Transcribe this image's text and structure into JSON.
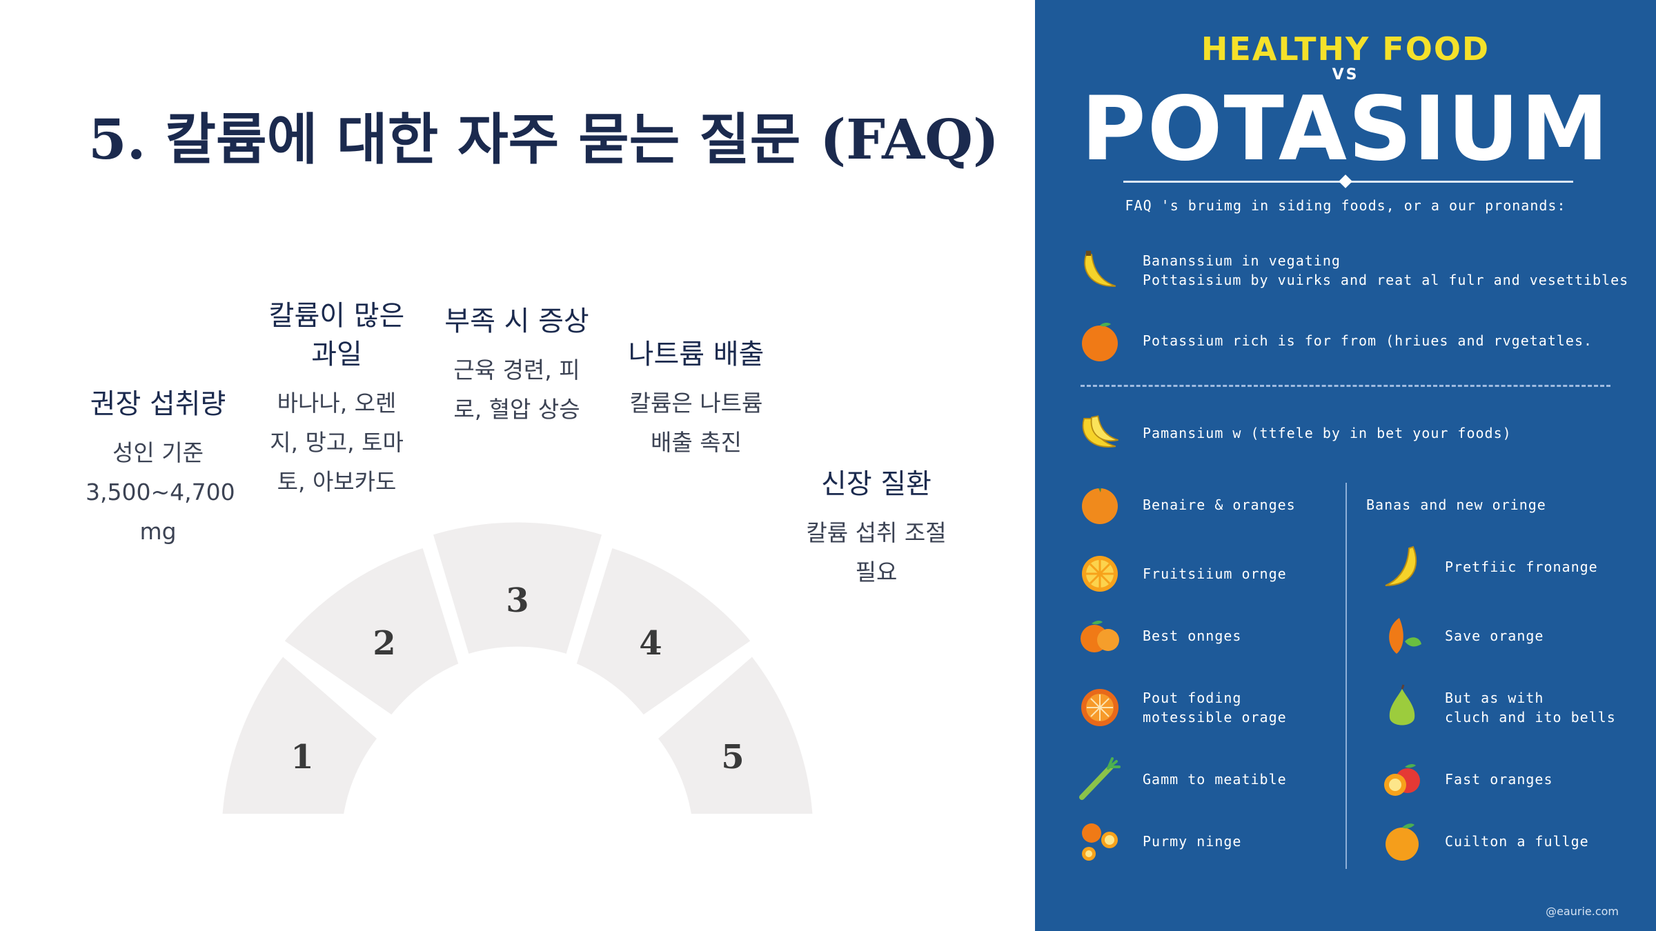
{
  "slide": {
    "title": "5. 칼륨에 대한 자주 묻는 질문 (FAQ)",
    "items": [
      {
        "heading": "권장 섭취량",
        "desc": "성인 기준 3,500~4,700 mg"
      },
      {
        "heading": "칼륨이 많은 과일",
        "desc": "바나나, 오렌지, 망고, 토마토, 아보카도"
      },
      {
        "heading": "부족 시 증상",
        "desc": "근육 경련, 피로, 혈압 상승"
      },
      {
        "heading": "나트륨 배출",
        "desc": "칼륨은 나트륨 배출 촉진"
      },
      {
        "heading": "신장 질환",
        "desc": "칼륨 섭취 조절 필요"
      }
    ],
    "segments": [
      "1",
      "2",
      "3",
      "4",
      "5"
    ]
  },
  "poster": {
    "kicker": "HEALTHY FOOD",
    "vs": "VS",
    "big": "POTASIUM",
    "intro": "FAQ 's bruimg in siding foods, or a our pronands:",
    "top_rows": [
      {
        "icon": "banana-icon",
        "text": "Bananssium in vegating\nPottasisium by vuirks and reat al fulr and vesettibles"
      },
      {
        "icon": "orange-icon",
        "text": "Potassium rich is for from (hriues and rvgetatles."
      }
    ],
    "middle_row": {
      "icon": "banana-bunch-icon",
      "text": "Pamansium w (ttfele by in bet your foods)"
    },
    "left_column": [
      {
        "icon": "orange-icon",
        "text": "Benaire & oranges"
      },
      {
        "icon": "orange-slice-icon",
        "text": "Fruitsiium ornge"
      },
      {
        "icon": "oranges-icon",
        "text": "Best onnges"
      },
      {
        "icon": "orange-half-icon",
        "text": "Pout foding\nmotessible orage"
      },
      {
        "icon": "celery-icon",
        "text": "Gamm to meatible"
      },
      {
        "icon": "small-oranges-icon",
        "text": "Purmy ninge"
      }
    ],
    "right_column": [
      {
        "icon": "orange-icon",
        "text": "Banas and new oringe"
      },
      {
        "icon": "banana-icon",
        "text": "Pretfiic fronange"
      },
      {
        "icon": "orange-leaf-icon",
        "text": "Save orange"
      },
      {
        "icon": "pear-icon",
        "text": "But as with\ncluch and ito bells"
      },
      {
        "icon": "fruit-mix-icon",
        "text": "Fast oranges"
      },
      {
        "icon": "orange-icon",
        "text": "Cuilton a fullge"
      }
    ],
    "credit": "@eaurie.com"
  }
}
